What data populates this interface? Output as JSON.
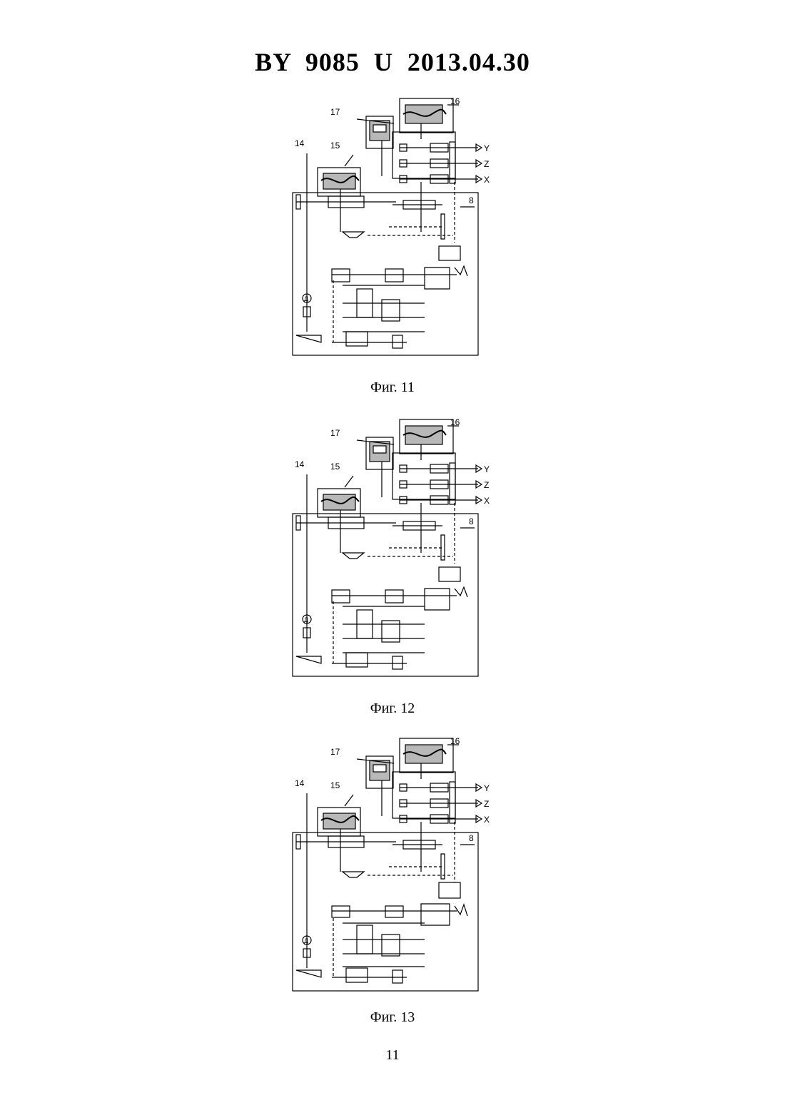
{
  "document": {
    "header": "BY  9085  U  2013.04.30",
    "page_number": "11"
  },
  "figures": [
    {
      "caption": "Фиг. 11",
      "labels": {
        "l14": "14",
        "l15": "15",
        "l16": "16",
        "l17": "17",
        "l8": "8",
        "outY": "Y",
        "outZ": "Z",
        "outX": "X",
        "motor": "Д"
      }
    },
    {
      "caption": "Фиг. 12",
      "labels": {
        "l14": "14",
        "l15": "15",
        "l16": "16",
        "l17": "17",
        "l8": "8",
        "outY": "Y",
        "outZ": "Z",
        "outX": "X",
        "motor": "Д"
      }
    },
    {
      "caption": "Фиг. 13",
      "labels": {
        "l14": "14",
        "l15": "15",
        "l16": "16",
        "l17": "17",
        "l8": "8",
        "outY": "Y",
        "outZ": "Z",
        "outX": "X",
        "motor": "Д"
      }
    }
  ]
}
